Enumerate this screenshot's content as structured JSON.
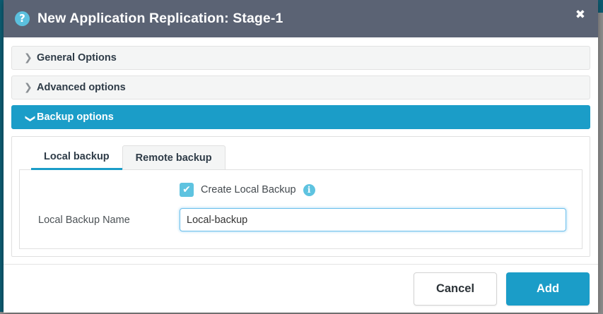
{
  "window": {
    "title": "New Application Replication: Stage-1",
    "help_icon": "question-circle-icon",
    "close_icon": "✖",
    "header_bg": "#5b6374",
    "accent": "#1b9dc8",
    "light_accent": "#5ec3e0"
  },
  "accordion": {
    "items": [
      {
        "label": "General Options",
        "chevron": "❯",
        "expanded": false
      },
      {
        "label": "Advanced options",
        "chevron": "❯",
        "expanded": false
      },
      {
        "label": "Backup options",
        "chevron": "❮",
        "expanded": true
      }
    ]
  },
  "tabs": [
    {
      "label": "Local backup",
      "active": true
    },
    {
      "label": "Remote backup",
      "active": false
    }
  ],
  "form": {
    "checkbox": {
      "label": "Create Local Backup",
      "checked": true,
      "check_glyph": "✔",
      "info_glyph": "i"
    },
    "backup_name": {
      "label": "Local Backup Name",
      "value": "Local-backup",
      "placeholder": "Local-backup"
    }
  },
  "footer": {
    "cancel_label": "Cancel",
    "add_label": "Add"
  }
}
